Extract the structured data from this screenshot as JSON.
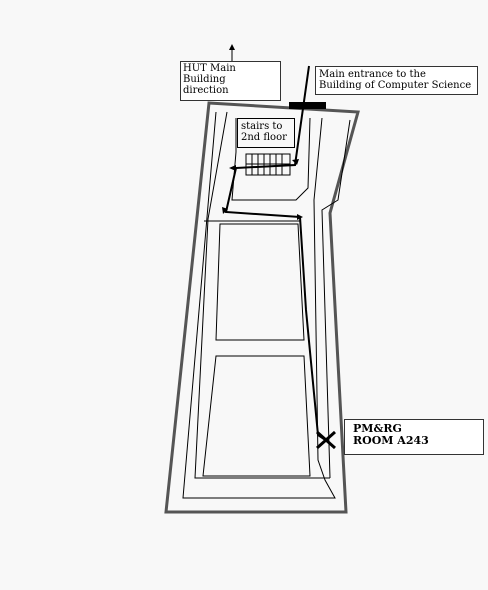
{
  "labels": {
    "hut_main": [
      "HUT Main",
      "Building",
      "direction"
    ],
    "entrance": [
      "Main entrance to the",
      "Building of Computer Science"
    ],
    "stairs": [
      "stairs to",
      "2nd floor"
    ],
    "room": [
      "PM&RG",
      "ROOM A243"
    ]
  },
  "colors": {
    "wall": "#555555",
    "line": "#000000",
    "background": "#f8f8f8"
  }
}
